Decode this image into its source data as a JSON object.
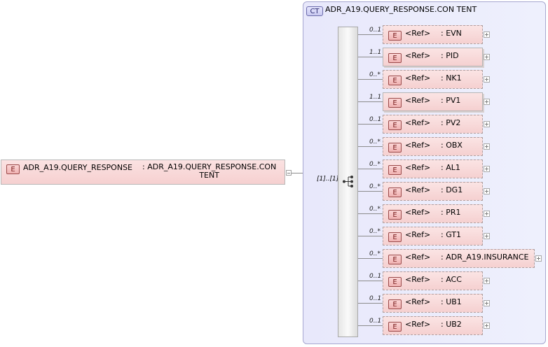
{
  "root": {
    "badge": "E",
    "name": "ADR_A19.QUERY_RESPONSE",
    "separator": ":",
    "type_line1": "ADR_A19.QUERY_RESPONSE.CON",
    "type_line2": "TENT"
  },
  "complex_type": {
    "badge": "CT",
    "title": "ADR_A19.QUERY_RESPONSE.CON TENT"
  },
  "sequence": {
    "multiplicity": "[1]..[1]",
    "icon": "sequence-icon"
  },
  "children": [
    {
      "badge": "E",
      "ref": "<Ref>",
      "name": ": EVN",
      "mult": "0..1",
      "optional": true
    },
    {
      "badge": "E",
      "ref": "<Ref>",
      "name": ": PID",
      "mult": "1..1",
      "optional": false
    },
    {
      "badge": "E",
      "ref": "<Ref>",
      "name": ": NK1",
      "mult": "0..*",
      "optional": true
    },
    {
      "badge": "E",
      "ref": "<Ref>",
      "name": ": PV1",
      "mult": "1..1",
      "optional": false
    },
    {
      "badge": "E",
      "ref": "<Ref>",
      "name": ": PV2",
      "mult": "0..1",
      "optional": true
    },
    {
      "badge": "E",
      "ref": "<Ref>",
      "name": ": OBX",
      "mult": "0..*",
      "optional": true
    },
    {
      "badge": "E",
      "ref": "<Ref>",
      "name": ": AL1",
      "mult": "0..*",
      "optional": true
    },
    {
      "badge": "E",
      "ref": "<Ref>",
      "name": ": DG1",
      "mult": "0..*",
      "optional": true
    },
    {
      "badge": "E",
      "ref": "<Ref>",
      "name": ": PR1",
      "mult": "0..*",
      "optional": true
    },
    {
      "badge": "E",
      "ref": "<Ref>",
      "name": ": GT1",
      "mult": "0..*",
      "optional": true
    },
    {
      "badge": "E",
      "ref": "<Ref>",
      "name": ": ADR_A19.INSURANCE",
      "mult": "0..*",
      "optional": true
    },
    {
      "badge": "E",
      "ref": "<Ref>",
      "name": ": ACC",
      "mult": "0..1",
      "optional": true
    },
    {
      "badge": "E",
      "ref": "<Ref>",
      "name": ": UB1",
      "mult": "0..1",
      "optional": true
    },
    {
      "badge": "E",
      "ref": "<Ref>",
      "name": ": UB2",
      "mult": "0..1",
      "optional": true
    }
  ],
  "colors": {
    "element_fill": "#f6d0d0",
    "complex_type_fill": "#e8e8fb",
    "connector": "#8c8c8c"
  }
}
